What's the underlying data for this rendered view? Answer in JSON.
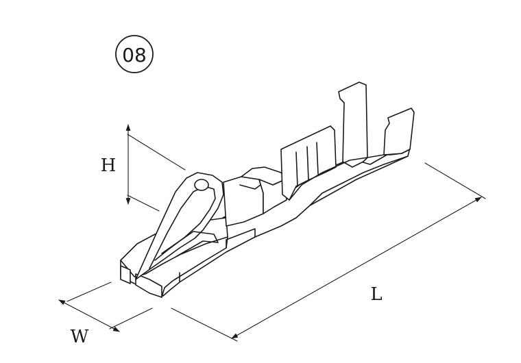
{
  "badge": {
    "label": "08"
  },
  "dimensions": {
    "height_label": "H",
    "length_label": "L",
    "width_label": "W"
  },
  "colors": {
    "line": "#1a1a1a",
    "background": "#ffffff"
  }
}
